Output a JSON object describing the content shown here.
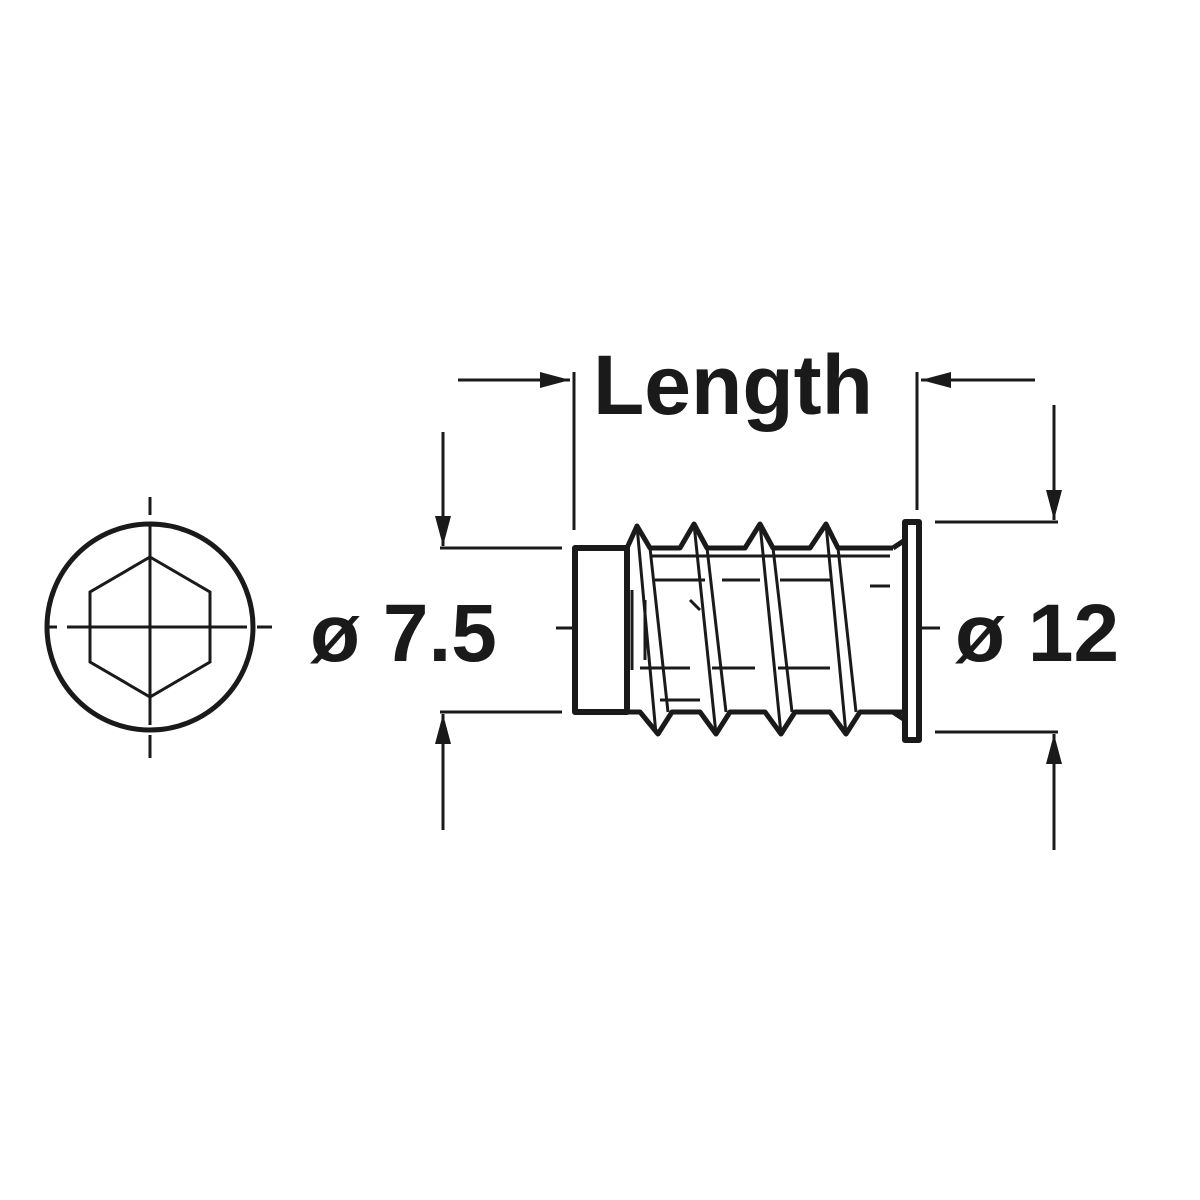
{
  "labels": {
    "length": "Length",
    "inner_diameter": "ø 7.5",
    "outer_diameter": "ø 12"
  },
  "colors": {
    "ink": "#1a1a1a",
    "background": "#ffffff"
  }
}
